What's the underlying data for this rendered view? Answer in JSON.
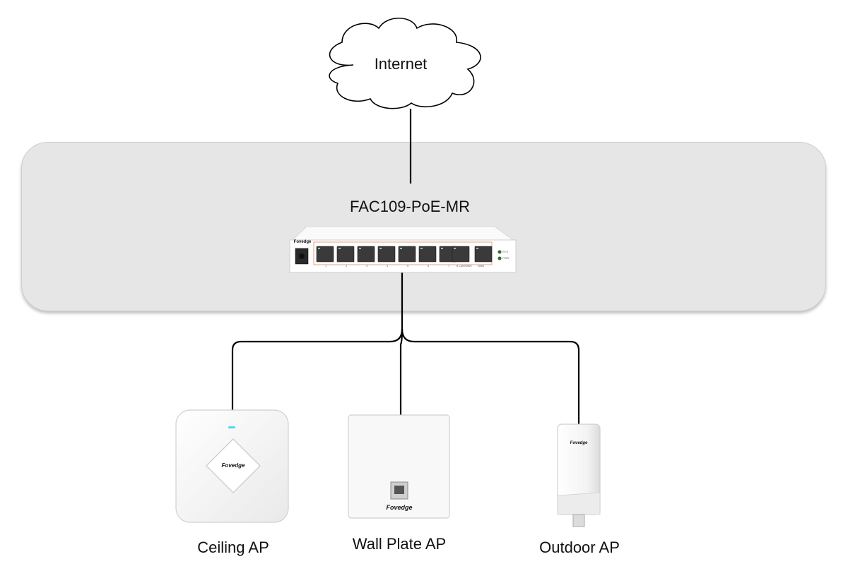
{
  "cloud": {
    "label": "Internet"
  },
  "switch": {
    "model": "FAC109-PoE-MR",
    "brand": "Fovedge",
    "port_numbers": [
      "1",
      "2",
      "3",
      "4",
      "5",
      "6",
      "7",
      "8 LAN/WAN",
      "WAN"
    ],
    "led_labels": [
      "SYS",
      "PWR"
    ]
  },
  "devices": [
    {
      "label": "Ceiling AP",
      "brand": "Fovedge"
    },
    {
      "label": "Wall Plate AP",
      "brand": "Fovedge"
    },
    {
      "label": "Outdoor AP",
      "brand": "Fovedge"
    }
  ],
  "colors": {
    "panel": "#e6e6e6",
    "line": "#000000",
    "device": "#f4f4f4",
    "led": "#4fd7f2"
  }
}
